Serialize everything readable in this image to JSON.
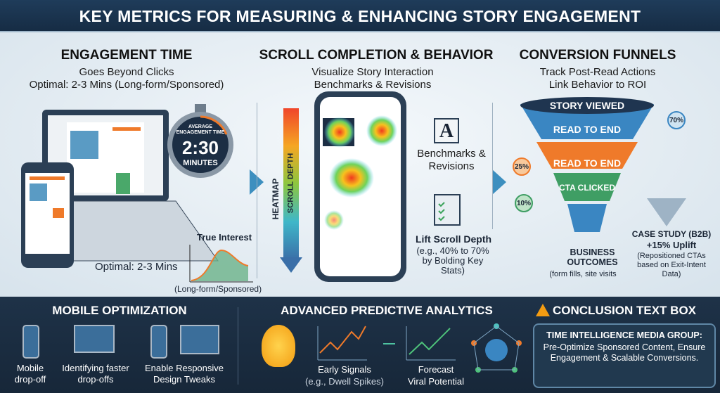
{
  "title": "KEY METRICS FOR MEASURING & ENHANCING STORY ENGAGEMENT",
  "engagement": {
    "heading": "ENGAGEMENT TIME",
    "sub1": "Goes Beyond Clicks",
    "sub2": "Optimal: 2-3 Mins (Long-form/Sponsored)",
    "stopwatch": {
      "label": "AVERAGE ENGAGEMENT TIME",
      "value": "2:30",
      "unit": "MINUTES"
    },
    "chart_label": "True Interest",
    "optimal": "Optimal: 2-3 Mins",
    "note": "(Long-form/Sponsored)"
  },
  "scroll": {
    "heading": "SCROLL COMPLETION & BEHAVIOR",
    "sub1": "Visualize Story Interaction",
    "sub2": "Benchmarks & Revisions",
    "bar_label1": "HEATMAP",
    "bar_label2": "SCROLL DEPTH",
    "bench_label": "Benchmarks & Revisions",
    "bench_icon_letter": "A",
    "lift_title": "Lift Scroll Depth",
    "lift_detail": "(e.g., 40% to 70% by Bolding Key Stats)"
  },
  "funnel": {
    "heading": "CONVERSION FUNNELS",
    "sub1": "Track Post-Read Actions",
    "sub2": "Link Behavior to ROI",
    "stages": [
      "STORY VIEWED",
      "READ TO END",
      "READ TO END",
      "CTA CLICKED"
    ],
    "percents": [
      "70%",
      "25%",
      "10%"
    ],
    "outcome_title": "BUSINESS OUTCOMES",
    "outcome_detail": "(form fills, site visits",
    "case_title": "CASE STUDY (B2B)",
    "case_uplift": "+15% Uplift",
    "case_detail": "(Repositioned CTAs based on Exit-Intent Data)",
    "colors": {
      "blue": "#3a86c2",
      "orange": "#ef7a2a",
      "green": "#3f9e64"
    }
  },
  "mobile": {
    "heading": "MOBILE OPTIMIZATION",
    "items": [
      "Mobile drop-off",
      "Identifying faster drop-offs",
      "Enable Responsive Design Tweaks"
    ]
  },
  "predictive": {
    "heading": "ADVANCED PREDICTIVE ANALYTICS",
    "items": [
      "Early Signals",
      "(e.g., Dwell Spikes)",
      "Forecast",
      "Viral Potential"
    ]
  },
  "conclusion": {
    "heading": "CONCLUSION TEXT BOX",
    "line1": "TIME INTELLIGENCE MEDIA GROUP:",
    "line2": "Pre-Optimize Sponsored Content, Ensure Engagement & Scalable Conversions."
  }
}
